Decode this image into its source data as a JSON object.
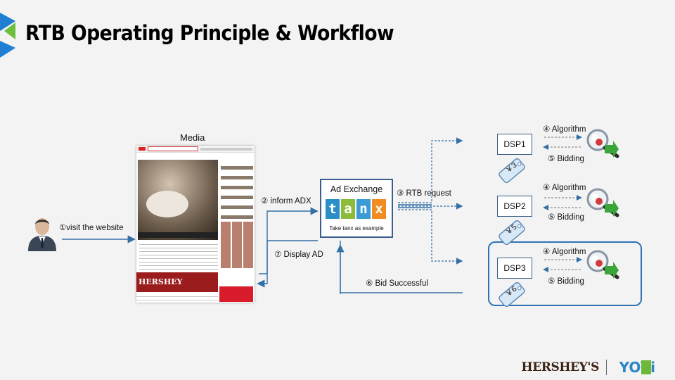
{
  "title": "RTB Operating Principle & Workflow",
  "media": {
    "label": "Media"
  },
  "steps": {
    "visit": "①visit the website",
    "inform": "② inform ADX",
    "rtb": "③ RTB request",
    "display": "⑦ Display AD",
    "bid": "⑥ Bid Successful"
  },
  "adx": {
    "title": "Ad Exchange",
    "letters": [
      "t",
      "a",
      "n",
      "x"
    ],
    "subtitle": "Take tanx as example"
  },
  "dsps": [
    {
      "name": "DSP1",
      "algorithm": "④ Algorithm",
      "bidding": "⑤ Bidding",
      "price": "￥3"
    },
    {
      "name": "DSP2",
      "algorithm": "④ Algorithm",
      "bidding": "⑤ Bidding",
      "price": "￥5"
    },
    {
      "name": "DSP3",
      "algorithm": "④ Algorithm",
      "bidding": "⑤ Bidding",
      "price": "￥6"
    }
  ],
  "logos": {
    "hersheys": "HERSHEY'S",
    "yoyi": "YOYi"
  },
  "colors": {
    "arrow": "#3470a8",
    "tanx": [
      "#2a8ec9",
      "#8cbd3a",
      "#3a9bd6",
      "#f08c22"
    ]
  }
}
